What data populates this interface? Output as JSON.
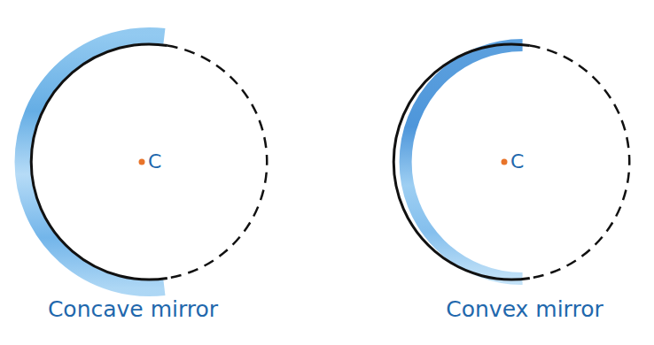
{
  "diagram": {
    "labels": [
      "C",
      "Concave mirror",
      "C",
      "Convex mirror"
    ]
  }
}
